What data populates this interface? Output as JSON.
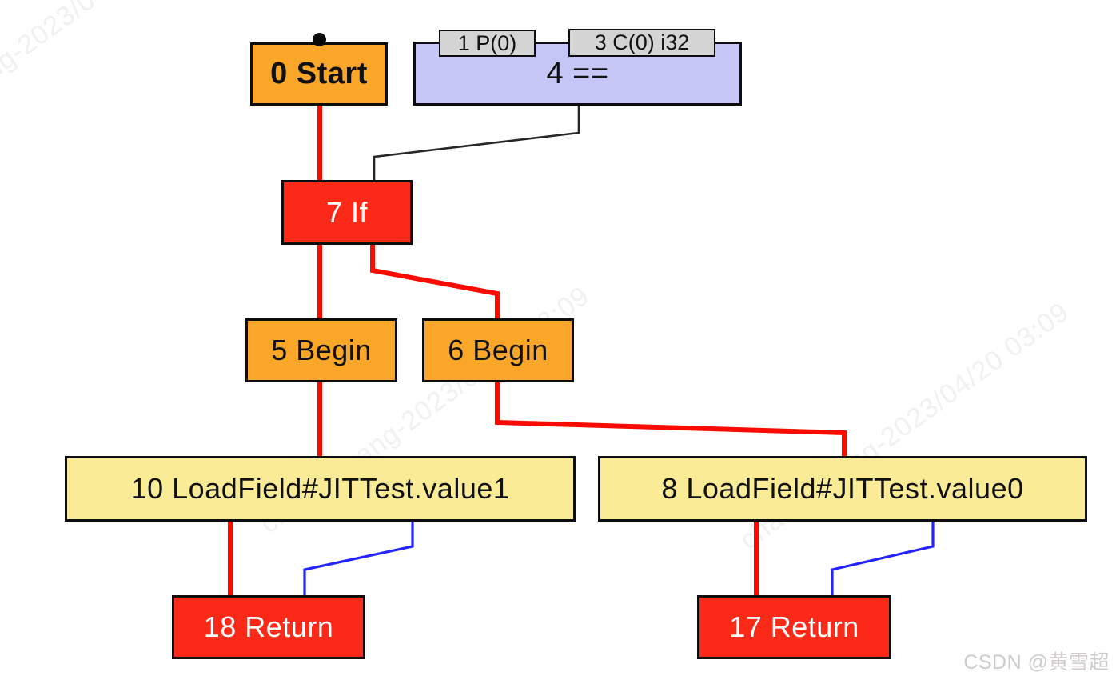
{
  "nodes": {
    "start": {
      "id": 0,
      "label": "0 Start",
      "kind": "control-start"
    },
    "param1": {
      "id": 1,
      "label": "1 P(0)",
      "kind": "parameter"
    },
    "const3": {
      "id": 3,
      "label": "3 C(0) i32",
      "kind": "constant"
    },
    "eq4": {
      "id": 4,
      "label": "4 ==",
      "kind": "compare"
    },
    "begin5": {
      "id": 5,
      "label": "5 Begin",
      "kind": "block-begin"
    },
    "begin6": {
      "id": 6,
      "label": "6 Begin",
      "kind": "block-begin"
    },
    "if7": {
      "id": 7,
      "label": "7 If",
      "kind": "branch"
    },
    "load8": {
      "id": 8,
      "label": "8 LoadField#JITTest.value0",
      "kind": "load-field"
    },
    "load10": {
      "id": 10,
      "label": "10 LoadField#JITTest.value1",
      "kind": "load-field"
    },
    "return17": {
      "id": 17,
      "label": "17 Return",
      "kind": "return"
    },
    "return18": {
      "id": 18,
      "label": "18 Return",
      "kind": "return"
    }
  },
  "edges": [
    {
      "from": "0 Start",
      "to": "7 If",
      "color": "red"
    },
    {
      "from": "7 If",
      "to": "5 Begin",
      "color": "red"
    },
    {
      "from": "7 If",
      "to": "6 Begin",
      "color": "red"
    },
    {
      "from": "5 Begin",
      "to": "10 LoadField#JITTest.value1",
      "color": "red"
    },
    {
      "from": "6 Begin",
      "to": "8 LoadField#JITTest.value0",
      "color": "red"
    },
    {
      "from": "10 LoadField#JITTest.value1",
      "to": "18 Return",
      "color": "red"
    },
    {
      "from": "8 LoadField#JITTest.value0",
      "to": "17 Return",
      "color": "red"
    },
    {
      "from": "4 ==",
      "to": "7 If",
      "color": "black"
    },
    {
      "from": "10 LoadField#JITTest.value1",
      "to": "18 Return",
      "color": "blue"
    },
    {
      "from": "8 LoadField#JITTest.value0",
      "to": "17 Return",
      "color": "blue"
    }
  ],
  "colors": {
    "control_node": "#FAA628",
    "branch_return_node": "#FB2A18",
    "load_node": "#FAEC96",
    "compare_node": "#C5C6F6",
    "input_node": "#D4D4D4",
    "edge_control": "#F90B00",
    "edge_data": "#2424FF",
    "edge_condition": "#262626"
  },
  "watermarks": {
    "author": "CSDN @黄雪超",
    "diagonal": "chaos.huang-2023/04/20 03:09"
  }
}
